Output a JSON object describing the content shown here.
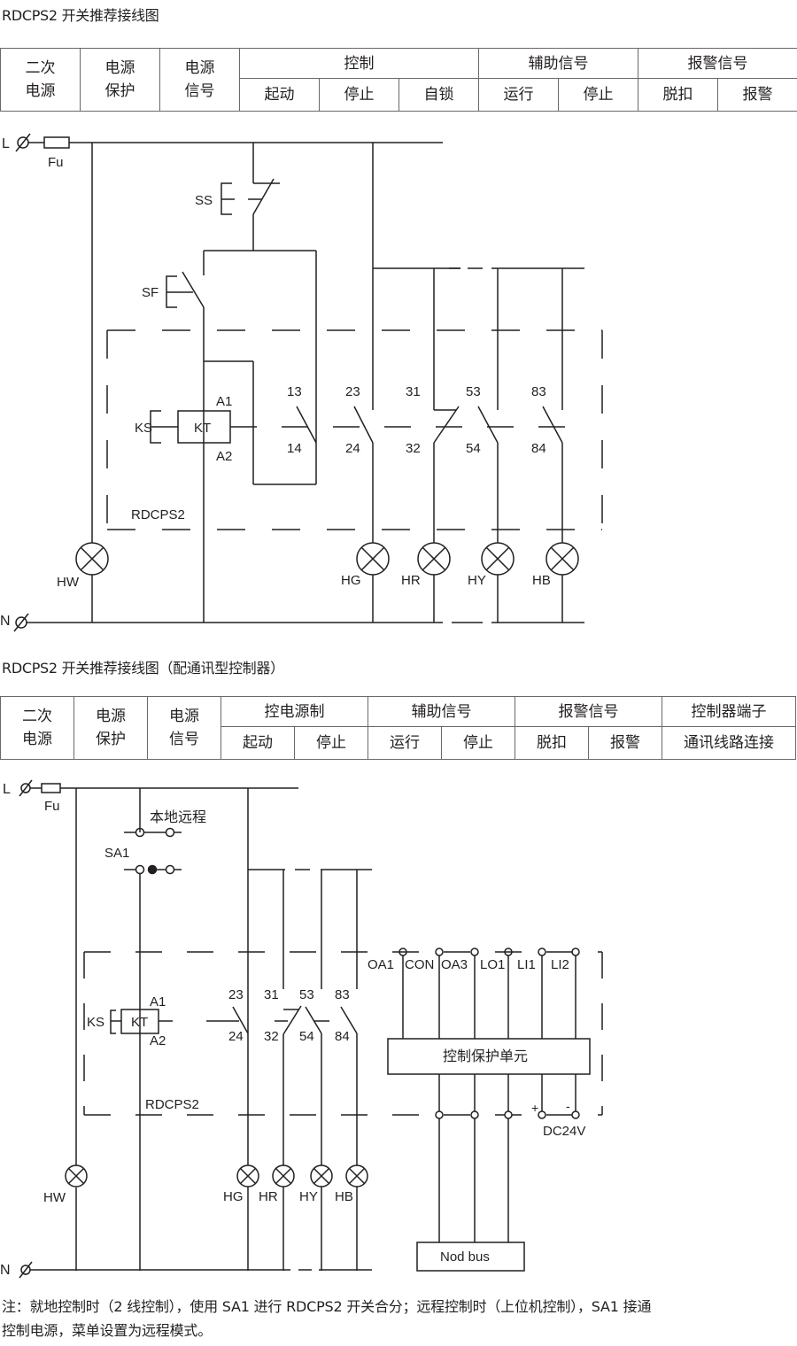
{
  "diagram1": {
    "title": "RDCPS2 开关推荐接线图",
    "table": {
      "top": [
        "二次\n电源",
        "电源\n保护",
        "电源\n信号"
      ],
      "groups": [
        "控制",
        "辅助信号",
        "报警信号"
      ],
      "subs": [
        "起动",
        "停止",
        "自锁",
        "运行",
        "停止",
        "脱扣",
        "报警"
      ],
      "col1": [
        "二次",
        "电源"
      ],
      "col2": [
        "电源",
        "保护"
      ],
      "col3": [
        "电源",
        "信号"
      ]
    },
    "labels": {
      "L": "L",
      "N": "N",
      "fuse": "Fu",
      "ss": "SS",
      "sf": "SF",
      "ks": "KS",
      "kt": "KT",
      "a1": "A1",
      "a2": "A2",
      "device": "RDCPS2",
      "contacts_top": [
        "13",
        "23",
        "31",
        "53",
        "83"
      ],
      "contacts_bottom": [
        "14",
        "24",
        "32",
        "54",
        "84"
      ],
      "lamps": [
        "HW",
        "HG",
        "HR",
        "HY",
        "HB"
      ]
    }
  },
  "diagram2": {
    "title": "RDCPS2 开关推荐接线图（配通讯型控制器）",
    "table": {
      "col1": [
        "二次",
        "电源"
      ],
      "col2": [
        "电源",
        "保护"
      ],
      "col3": [
        "电源",
        "信号"
      ],
      "groups": [
        "控电源制",
        "辅助信号",
        "报警信号",
        "控制器端子"
      ],
      "subs": [
        "起动",
        "停止",
        "运行",
        "停止",
        "脱扣",
        "报警",
        "通讯线路连接"
      ]
    },
    "labels": {
      "L": "L",
      "N": "N",
      "fuse": "Fu",
      "switch_mode": "本地远程",
      "sa1": "SA1",
      "ks": "KS",
      "kt": "KT",
      "a1": "A1",
      "a2": "A2",
      "device": "RDCPS2",
      "contacts_top": [
        "23",
        "31",
        "53",
        "83"
      ],
      "contacts_bottom": [
        "24",
        "32",
        "54",
        "84"
      ],
      "terminals": [
        "OA1",
        "CON",
        "OA3",
        "LO1",
        "LI1",
        "LI2"
      ],
      "unit": "控制保护单元",
      "plus": "+",
      "minus": "-",
      "dc": "DC24V",
      "bus": "Nod bus",
      "lamps": [
        "HW",
        "HG",
        "HR",
        "HY",
        "HB"
      ]
    }
  },
  "note": {
    "line1": "注：就地控制时（2 线控制），使用 SA1 进行 RDCPS2 开关合分；远程控制时（上位机控制），SA1 接通",
    "line2": "控制电源，菜单设置为远程模式。"
  },
  "colors": {
    "line": "#231f20",
    "border": "#6d6766"
  }
}
